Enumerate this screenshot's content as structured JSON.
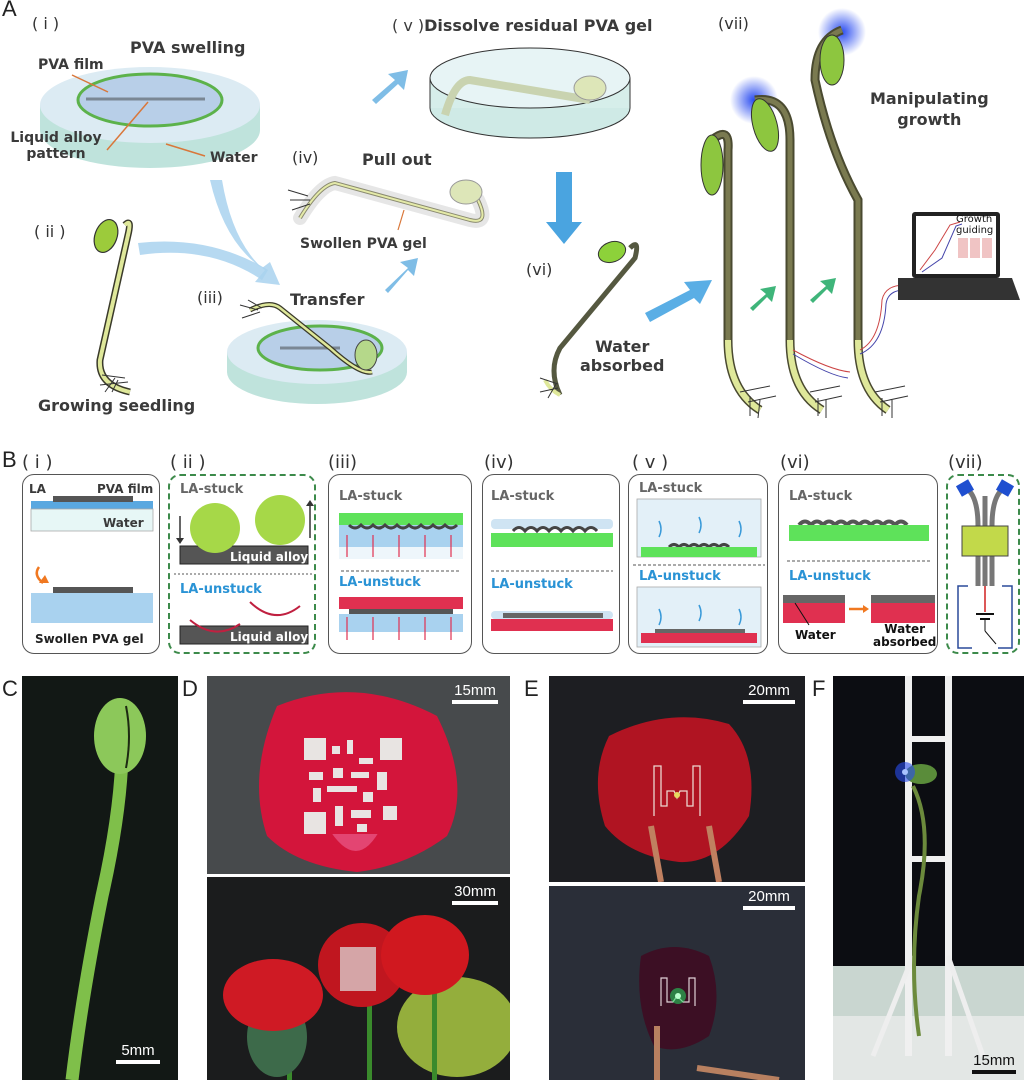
{
  "panel_a": {
    "letter": "A",
    "steps": {
      "i": {
        "num": "( i )",
        "title": "PVA swelling",
        "labels": {
          "pva_film": "PVA film",
          "liquid_alloy": "Liquid alloy\npattern",
          "water": "Water"
        }
      },
      "ii": {
        "num": "( ii )",
        "title": "Growing seedling"
      },
      "iii": {
        "num": "(iii)",
        "title": "Transfer"
      },
      "iv": {
        "num": "(iv)",
        "title": "Pull out",
        "labels": {
          "gel": "Swollen PVA gel"
        }
      },
      "v": {
        "num": "( v )",
        "title": "Dissolve residual PVA gel"
      },
      "vi": {
        "num": "(vi)",
        "title": "Water\nabsorbed"
      },
      "vii": {
        "num": "(vii)",
        "title": "Manipulating\ngrowth",
        "laptop_text": "Growth\nguiding"
      }
    }
  },
  "panel_b": {
    "letter": "B",
    "stuck": "LA-stuck",
    "unstuck": "LA-unstuck",
    "cells": [
      {
        "num": "( i )",
        "la": "LA",
        "pva_film": "PVA film",
        "water": "Water",
        "gel": "Swollen PVA gel"
      },
      {
        "num": "( ii )",
        "alloy": "Liquid alloy"
      },
      {
        "num": "(iii)"
      },
      {
        "num": "(iv)"
      },
      {
        "num": "( v )"
      },
      {
        "num": "(vi)",
        "water": "Water",
        "water_absorbed": "Water\nabsorbed"
      },
      {
        "num": "(vii)"
      }
    ]
  },
  "photos": {
    "c": {
      "letter": "C",
      "scale": "5mm"
    },
    "d": {
      "letter": "D",
      "top_scale": "15mm",
      "bottom_scale": "30mm"
    },
    "e": {
      "letter": "E",
      "top_scale": "20mm",
      "bottom_scale": "20mm"
    },
    "f": {
      "letter": "F",
      "scale": "15mm"
    }
  },
  "colors": {
    "arrow_blue": "#3b9ad9",
    "arrow_green": "#2fae6a",
    "seed_green": "#8dc63f",
    "pva_blue": "#b8cfe8",
    "water_teal": "#cfeae6",
    "dish_rim": "#4caf50",
    "stuck_green": "#5ee25a",
    "unstuck_red": "#e03050",
    "dash_green": "#3c8a4a",
    "la_gray": "#666666"
  }
}
